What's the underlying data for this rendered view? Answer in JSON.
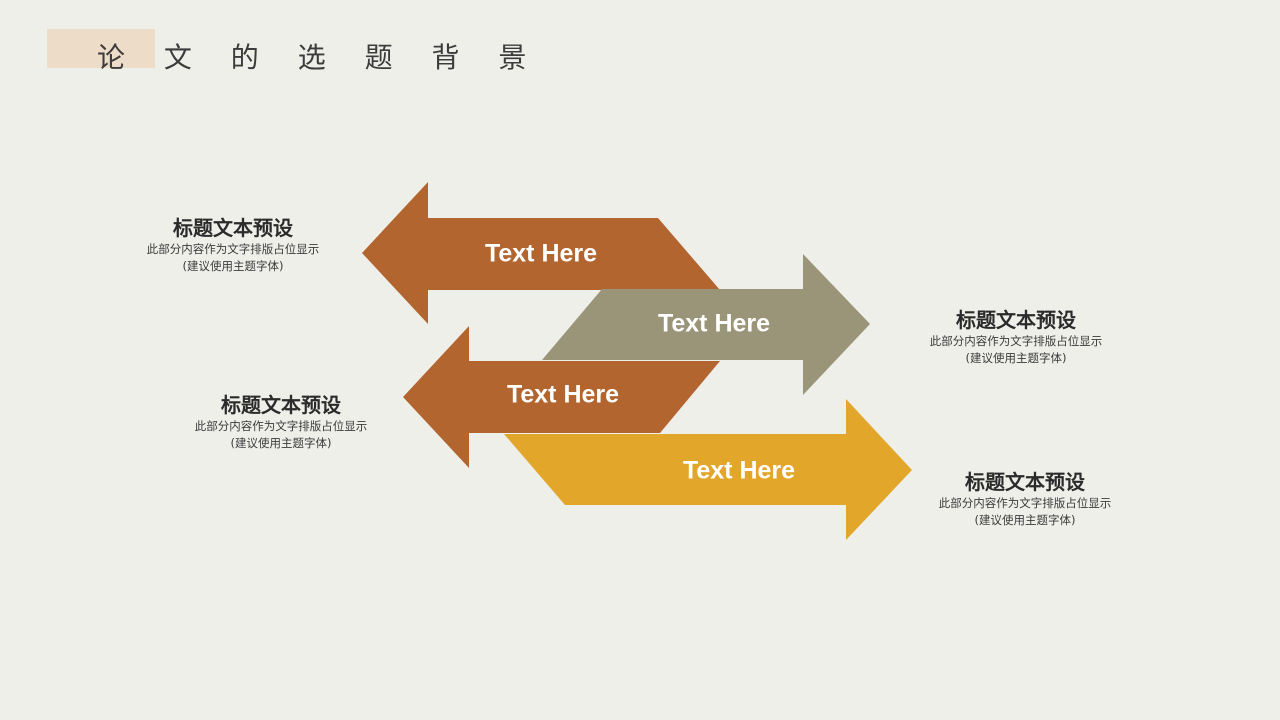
{
  "page": {
    "title": "论 文 的 选 题 背 景",
    "background": "#efefea",
    "accent_block": "#ecdcc8"
  },
  "arrows": [
    {
      "label": "Text  Here",
      "direction": "left",
      "color": "#b2652f"
    },
    {
      "label": "Text  Here",
      "direction": "right",
      "color": "#9a9479"
    },
    {
      "label": "Text Here",
      "direction": "left",
      "color": "#b2652f"
    },
    {
      "label": "Text  Here",
      "direction": "right",
      "color": "#e2a62b"
    }
  ],
  "descriptions": [
    {
      "heading": "标题文本预设",
      "line1": "此部分内容作为文字排版占位显示",
      "line2": "(建议使用主题字体)"
    },
    {
      "heading": "标题文本预设",
      "line1": "此部分内容作为文字排版占位显示",
      "line2": "(建议使用主题字体)"
    },
    {
      "heading": "标题文本预设",
      "line1": "此部分内容作为文字排版占位显示",
      "line2": "(建议使用主题字体)"
    },
    {
      "heading": "标题文本预设",
      "line1": "此部分内容作为文字排版占位显示",
      "line2": "(建议使用主题字体)"
    }
  ]
}
